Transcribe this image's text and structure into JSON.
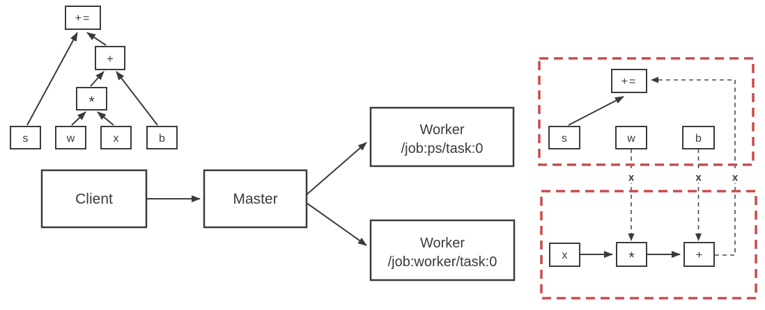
{
  "colors": {
    "background": "#ffffff",
    "box_border": "#3a3a3a",
    "arrow": "#3a3a3a",
    "text": "#3a3a3a",
    "partition_border": "#c94b4b",
    "dashed_edge": "#4a4a4a"
  },
  "client_graph": {
    "accum_op": "+=",
    "add_op": "+",
    "mul_op": "*",
    "var_s": "s",
    "var_w": "w",
    "var_x": "x",
    "var_b": "b"
  },
  "pipeline": {
    "client": "Client",
    "master": "Master",
    "worker_ps": {
      "name": "Worker",
      "device": "/job:ps/task:0"
    },
    "worker_worker": {
      "name": "Worker",
      "device": "/job:worker/task:0"
    }
  },
  "ps_partition": {
    "accum_op": "+=",
    "var_s": "s",
    "var_w": "w",
    "var_b": "b"
  },
  "worker_partition": {
    "var_x": "x",
    "mul_op": "*",
    "add_op": "+"
  },
  "cut_edge_labels": {
    "w": "x",
    "b": "x",
    "feedback": "x"
  }
}
